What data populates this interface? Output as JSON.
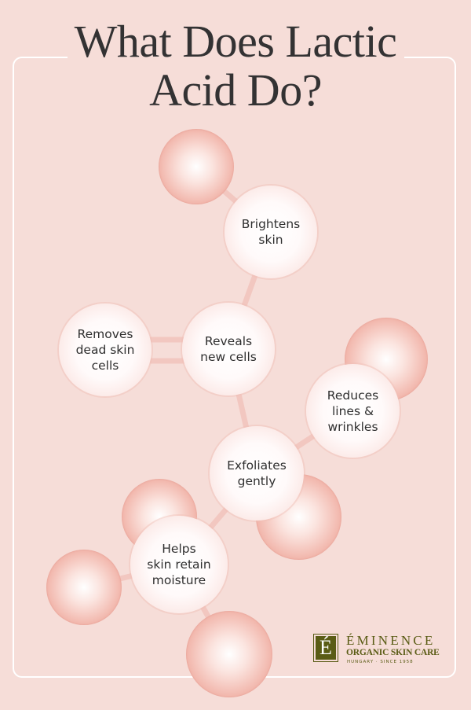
{
  "title": {
    "line1": "What Does Lactic",
    "line2": "Acid Do?"
  },
  "bubbles": [
    {
      "id": "brightens",
      "label": "Brightens\nskin"
    },
    {
      "id": "removes",
      "label": "Removes\ndead skin\ncells"
    },
    {
      "id": "reveals",
      "label": "Reveals\nnew cells"
    },
    {
      "id": "reduces",
      "label": "Reduces\nlines &\nwrinkles"
    },
    {
      "id": "exfoliates",
      "label": "Exfoliates\ngently"
    },
    {
      "id": "helps",
      "label": "Helps\nskin retain\nmoisture"
    }
  ],
  "logo": {
    "mark": "É",
    "brand": "ÉMINENCE",
    "subtitle": "ORGANIC SKIN CARE",
    "tagline": "HUNGARY · SINCE 1958"
  },
  "colors": {
    "background": "#f6ddd8",
    "title": "#333233",
    "sphere": "#e8968a",
    "logo": "#5a5c15"
  }
}
